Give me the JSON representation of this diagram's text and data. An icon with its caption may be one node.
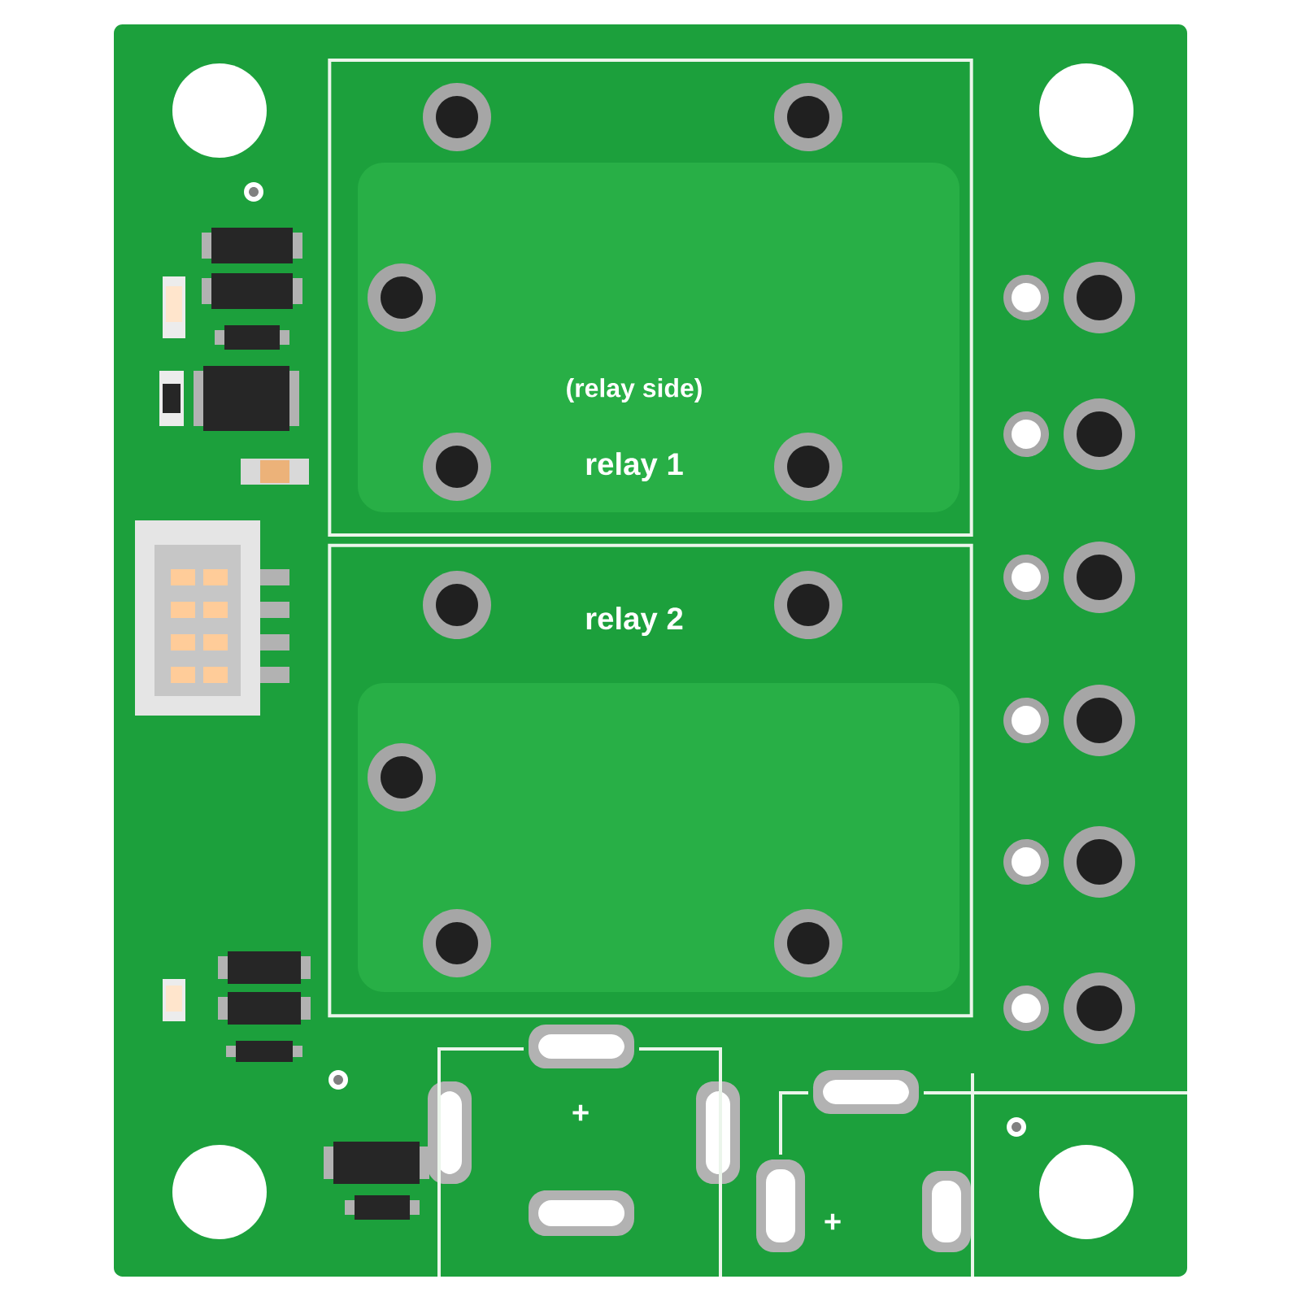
{
  "diagram": {
    "nodes": [
      {
        "text": [
          "(relay side)",
          "relay 1"
        ]
      },
      {
        "text": [
          "relay 2"
        ]
      }
    ],
    "labels": [
      "+",
      "+"
    ]
  }
}
